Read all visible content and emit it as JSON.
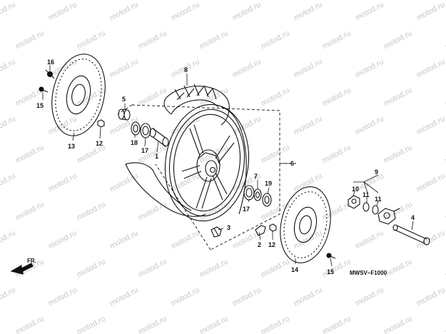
{
  "watermark_text": "motod.ru",
  "callouts": {
    "c1": "1",
    "c2": "2",
    "c3": "3",
    "c4": "4",
    "c5": "5",
    "c6": "6",
    "c7": "7",
    "c8": "8",
    "c9": "9",
    "c10": "10",
    "c11a": "11",
    "c11b": "11",
    "c12a": "12",
    "c12b": "12",
    "c13": "13",
    "c14": "14",
    "c15a": "15",
    "c15b": "15",
    "c16": "16",
    "c17a": "17",
    "c17b": "17",
    "c18": "18",
    "c19": "19"
  },
  "direction_label": "FR.",
  "diagram_code": "MWSV–F1000",
  "colors": {
    "ink": "#111111",
    "watermark": "#c8c8c8",
    "background": "#ffffff"
  }
}
